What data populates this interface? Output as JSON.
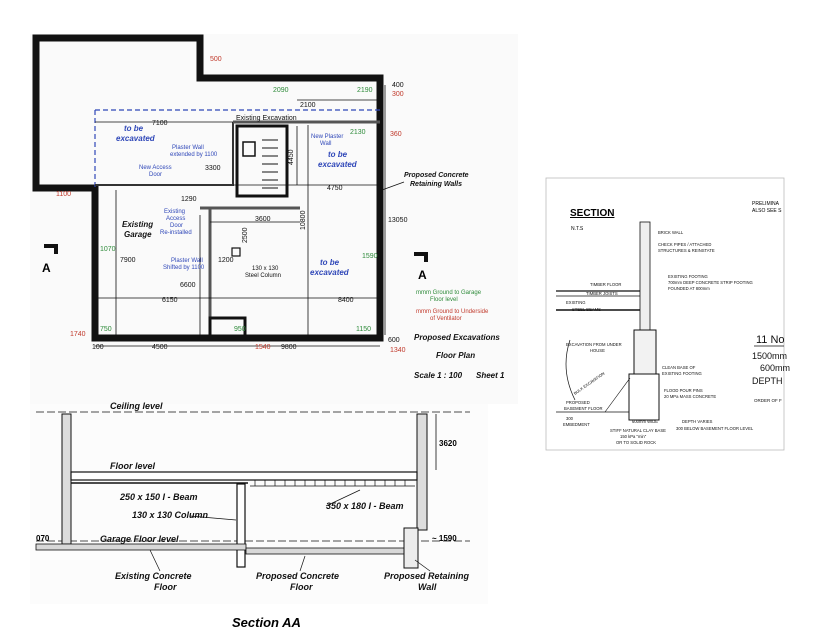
{
  "plan": {
    "title_lines": [
      "Proposed Excavations",
      "Floor Plan"
    ],
    "scale": "Scale 1 : 100",
    "sheet": "Sheet 1",
    "legend_green": [
      "mmm Ground to Garage",
      "Floor level"
    ],
    "legend_red": [
      "mmm Ground to Underside",
      "of Ventilator"
    ],
    "section_marker": "A",
    "dims_red": {
      "top": "500",
      "r300": "300",
      "r360": "360",
      "l1100": "1100",
      "l1740": "1740",
      "b1540": "1540",
      "b1340": "1340"
    },
    "dims_green": {
      "g2090": "2090",
      "g2190": "2190",
      "g2130": "2130",
      "g1070": "1070",
      "g1590": "1590",
      "g750": "750",
      "g950": "950",
      "g1150": "1150"
    },
    "dims_black": {
      "d400": "400",
      "d2100": "2100",
      "d7100": "7100",
      "d4450": "4450",
      "d3300": "3300",
      "d4750": "4750",
      "d10800": "10800",
      "d13050": "13050",
      "d1290": "1290",
      "d3600": "3600",
      "d2500": "2500",
      "d1200": "1200",
      "d7900": "7900",
      "d6600": "6600",
      "d6150": "6150",
      "d8400": "8400",
      "d600": "600",
      "d100": "100",
      "d4500": "4500",
      "d9800": "9800"
    },
    "labels": {
      "existing_excavation": "Existing Excavation",
      "to_be_1": [
        "to be",
        "excavated"
      ],
      "to_be_2": [
        "to be",
        "excavated"
      ],
      "to_be_3": [
        "to be",
        "excavated"
      ],
      "plaster_ext": [
        "Plaster Wall",
        "extended by 1100"
      ],
      "new_plaster": [
        "New Plaster",
        "Wall"
      ],
      "new_access": [
        "New Access",
        "Door"
      ],
      "existing_access": [
        "Existing",
        "Access",
        "Door",
        "Re-installed"
      ],
      "existing_garage": [
        "Existing",
        "Garage"
      ],
      "plaster_shifted": [
        "Plaster Wall",
        "Shifted by 1100"
      ],
      "steel_column": [
        "130 x 130",
        "Steel Column"
      ],
      "retaining": [
        "Proposed Concrete",
        "Retaining Walls"
      ]
    }
  },
  "section_aa": {
    "caption": "Section  AA",
    "ceiling": "Ceiling level",
    "floor": "Floor level",
    "garage_floor": "Garage Floor level",
    "beam_250": "250 x 150  I - Beam",
    "column": "130 x 130  Column",
    "beam_350": "350 x 180  I - Beam",
    "existing_floor": [
      "Existing Concrete",
      "Floor"
    ],
    "proposed_floor": [
      "Proposed Concrete",
      "Floor"
    ],
    "proposed_wall": [
      "Proposed Retaining",
      "Wall"
    ],
    "d3620": "3620",
    "d1590": "~ 1590",
    "d070": "070"
  },
  "detail": {
    "title": "SECTION",
    "nts": "N.T.S",
    "top_right": [
      "PRELIMINA",
      "ALSO SEE S"
    ],
    "brick_wall": "BRICK WALL",
    "check_pipes": [
      "CHECK PIPES / ATTACHED",
      "STRUCTURES & REINSTATE"
    ],
    "existing_footing": [
      "EXISTING FOOTING",
      "700mm DEEP CONCRETE STRIP FOOTING",
      "FOUNDED AT 800mm"
    ],
    "timber_floor": "TIMBER FLOOR",
    "timber_joists": "TIMBER JOISTS",
    "steel_beams": [
      "EXISTING",
      "STEEL BEAMS"
    ],
    "excavation": [
      "EXCAVATION FROM UNDER",
      "HOUSE"
    ],
    "clean_base": [
      "CLEAN BASE OF",
      "EXISTING FOOTING"
    ],
    "flood_pour": [
      "FLOOD POUR PINS",
      "20 MPa  MASS CONCRETE"
    ],
    "bulk": "BULK EXCAVATION",
    "proposed_floor": [
      "PROPOSED",
      "BASEMENT FLOOR"
    ],
    "d300": [
      "300",
      "EMBEDMENT"
    ],
    "d600": "600mm WIDE",
    "stiff": [
      "STIFF NATURAL CLAY BASE",
      "150 kPa \"min\"",
      "OR TO SOLID ROCK"
    ],
    "depth_varies": [
      "DEPTH VARIES",
      "300 BELOW BASEMENT FLOOR LEVEL"
    ],
    "right_lines": [
      "11 No",
      "1500mm",
      "600mm",
      "DEPTH",
      "ORDER OF F"
    ]
  },
  "colors": {
    "red": "#c0392b",
    "green": "#2e8b3a",
    "blue": "#2f47b8",
    "ink": "#111111"
  }
}
